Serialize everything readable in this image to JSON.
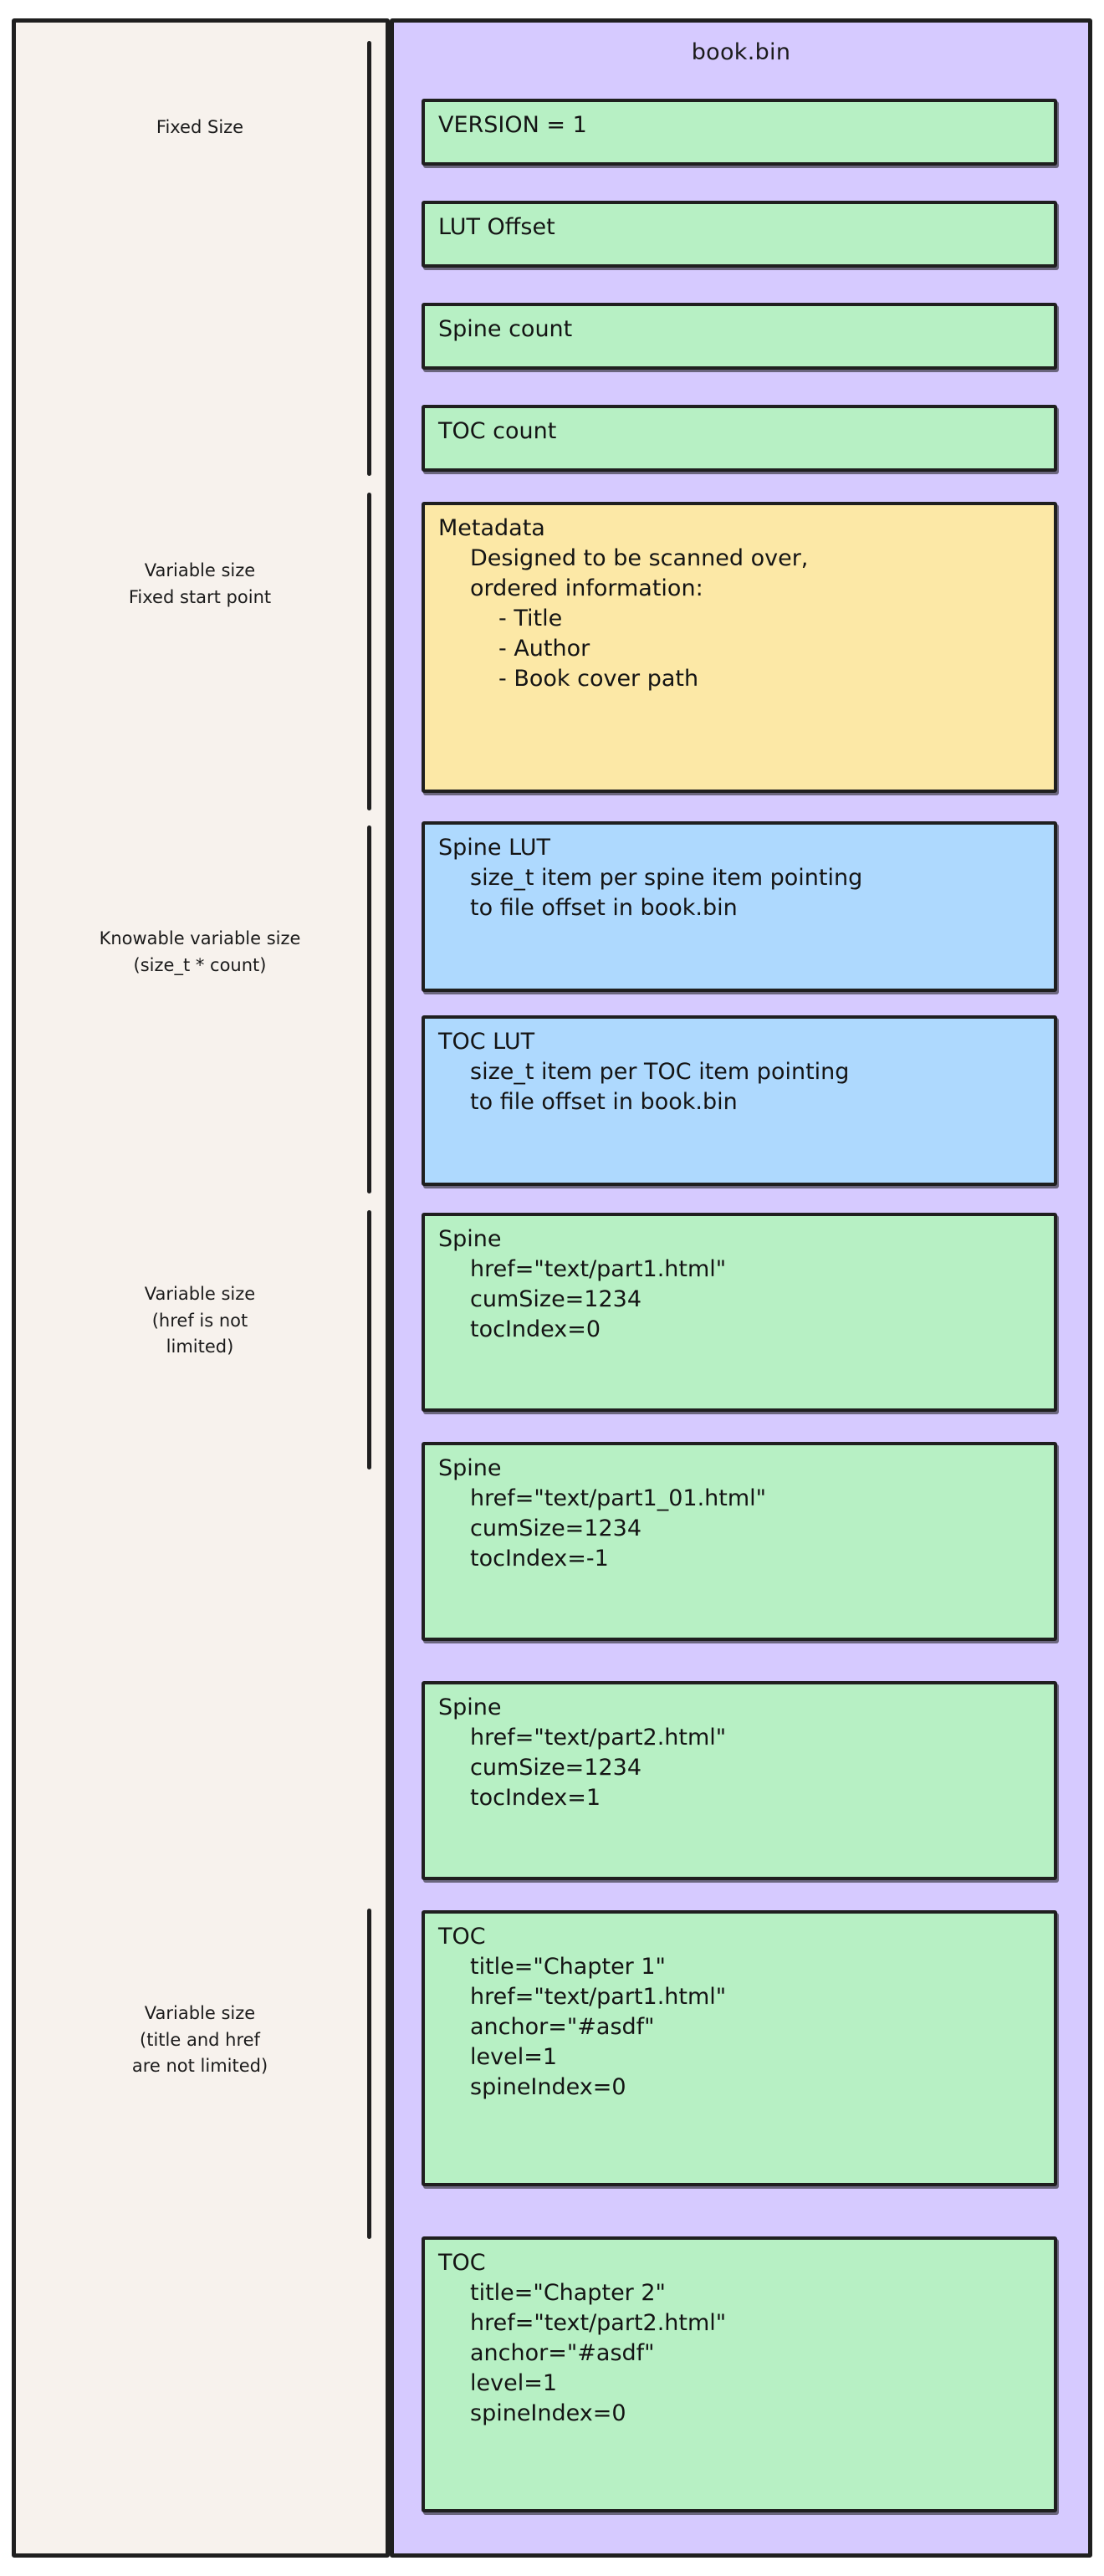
{
  "diagram": {
    "file_title": "book.bin",
    "colors": {
      "page_background": "#ffffff",
      "left_panel": "#f7f2ed",
      "right_panel": "#d6caff",
      "green_box": "#b7f0c4",
      "blue_box": "#aed9fe",
      "amber_box": "#fce8a6",
      "stroke": "#1f1f1f"
    },
    "left_labels": [
      {
        "id": "fixed-size",
        "lines": [
          "Fixed Size"
        ]
      },
      {
        "id": "variable-fixed-start",
        "lines": [
          "Variable size",
          "Fixed start point"
        ]
      },
      {
        "id": "knowable-variable",
        "lines": [
          "Knowable variable size",
          "(size_t * count)"
        ]
      },
      {
        "id": "variable-href",
        "lines": [
          "Variable size",
          "(href is not",
          "limited)"
        ]
      },
      {
        "id": "variable-title-href",
        "lines": [
          "Variable size",
          "(title and href",
          "are not limited)"
        ]
      }
    ],
    "sections": [
      {
        "id": "header-fields",
        "boxes": [
          {
            "id": "version",
            "color": "green",
            "lines": [
              "VERSION = 1"
            ]
          },
          {
            "id": "lut-offset",
            "color": "green",
            "lines": [
              "LUT Offset"
            ]
          },
          {
            "id": "spine-count",
            "color": "green",
            "lines": [
              "Spine count"
            ]
          },
          {
            "id": "toc-count",
            "color": "green",
            "lines": [
              "TOC count"
            ]
          }
        ]
      },
      {
        "id": "metadata",
        "boxes": [
          {
            "id": "metadata",
            "color": "amber",
            "title": "Metadata",
            "body": [
              "Designed to be scanned over,",
              "ordered information:"
            ],
            "bullets": [
              "- Title",
              "- Author",
              "- Book cover path"
            ]
          }
        ]
      },
      {
        "id": "lookup-tables",
        "boxes": [
          {
            "id": "spine-lut",
            "color": "blue",
            "title": "Spine LUT",
            "body": [
              "size_t item per spine item pointing",
              "to file offset in book.bin"
            ]
          },
          {
            "id": "toc-lut",
            "color": "blue",
            "title": "TOC LUT",
            "body": [
              "size_t item per TOC item pointing",
              "to file offset in book.bin"
            ]
          }
        ]
      },
      {
        "id": "spine-entries",
        "boxes": [
          {
            "id": "spine-1",
            "color": "green",
            "title": "Spine",
            "body": [
              "href=\"text/part1.html\"",
              "cumSize=1234",
              "tocIndex=0"
            ]
          },
          {
            "id": "spine-2",
            "color": "green",
            "title": "Spine",
            "body": [
              "href=\"text/part1_01.html\"",
              "cumSize=1234",
              "tocIndex=-1"
            ]
          },
          {
            "id": "spine-3",
            "color": "green",
            "title": "Spine",
            "body": [
              "href=\"text/part2.html\"",
              "cumSize=1234",
              "tocIndex=1"
            ]
          }
        ]
      },
      {
        "id": "toc-entries",
        "boxes": [
          {
            "id": "toc-1",
            "color": "green",
            "title": "TOC",
            "body": [
              "title=\"Chapter 1\"",
              "href=\"text/part1.html\"",
              "anchor=\"#asdf\"",
              "level=1",
              "spineIndex=0"
            ]
          },
          {
            "id": "toc-2",
            "color": "green",
            "title": "TOC",
            "body": [
              "title=\"Chapter 2\"",
              "href=\"text/part2.html\"",
              "anchor=\"#asdf\"",
              "level=1",
              "spineIndex=0"
            ]
          }
        ]
      }
    ]
  }
}
